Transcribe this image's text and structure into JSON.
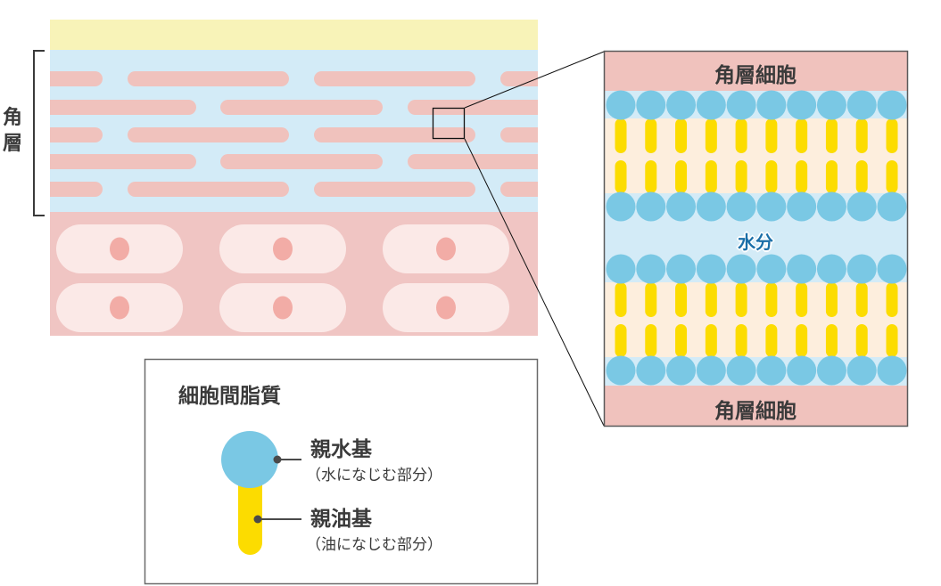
{
  "diagram": {
    "stratum_corneum_label": "角層",
    "zoom_panel": {
      "top_cell_label": "角層細胞",
      "water_label": "水分",
      "bottom_cell_label": "角層細胞",
      "molecules_per_row": 10
    },
    "legend": {
      "title": "細胞間脂質",
      "hydrophilic": {
        "name": "親水基",
        "description": "（水になじむ部分）"
      },
      "lipophilic": {
        "name": "親油基",
        "description": "（油になじむ部分）"
      }
    },
    "colors": {
      "surface_yellow": "#f8f3b8",
      "stratum_blue": "#d3ebf7",
      "corneocyte_pink": "#f0c2bd",
      "living_cell_bg": "#f0c5c3",
      "living_cell": "#fbe9e7",
      "nucleus": "#f2aca6",
      "head_blue": "#7ac8e4",
      "tail_yellow": "#fcdc00",
      "lipid_bg": "#fdeedd",
      "water_text": "#1b6fa8",
      "text": "#3a3a3a"
    }
  }
}
